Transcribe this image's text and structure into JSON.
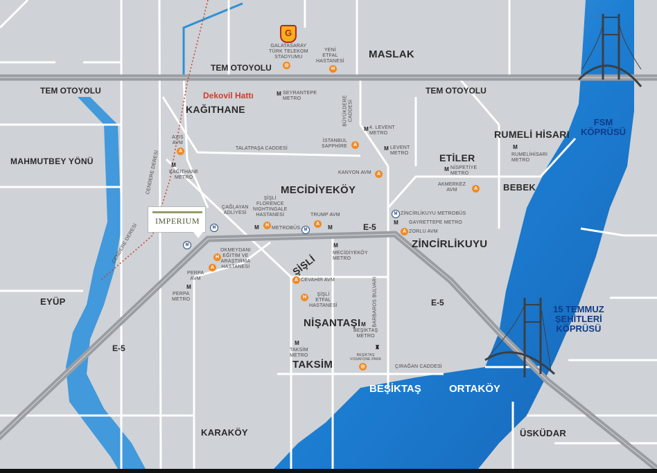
{
  "districts": {
    "maslak": "MASLAK",
    "kagithane": "KAĞITHANE",
    "mahmutbey": "MAHMUTBEY YÖNÜ",
    "rumeli_hisari": "RUMELİ HİSARI",
    "etiler": "ETİLER",
    "bebek": "BEBEK",
    "mecidiyekoy": "MECİDİYEKÖY",
    "zincirlikuyu": "ZİNCİRLİKUYU",
    "eyup": "EYÜP",
    "sisli": "ŞİŞLİ",
    "nisantasi": "NİŞANTAŞI",
    "taksim": "TAKSİM",
    "karakoy": "KARAKÖY",
    "uskudar": "ÜSKÜDAR"
  },
  "water_labels": {
    "besiktas": "BEŞİKTAŞ",
    "ortakoy": "ORTAKÖY"
  },
  "roads": {
    "tem_top": "TEM OTOYOLU",
    "tem_left": "TEM OTOYOLU",
    "tem_right": "TEM OTOYOLU",
    "e5_mid": "E-5",
    "e5_right": "E-5",
    "e5_left": "E-5",
    "dekovil": "Dekovil Hattı"
  },
  "bridges": {
    "fsm": "FSM\nKÖPRÜSÜ",
    "temmuz": "15 TEMMUZ\nŞEHİTLERİ\nKÖPRÜSÜ"
  },
  "pois": {
    "galatasaray": "GALATASARAY\nTÜRK TELEKOM\nSTADYUMU",
    "yeni_etfal": "YENİ\nETFAL\nHASTANESİ",
    "seyrantepe": "SEYRANTEPE\nMETRO",
    "buyukdere": "BÜYÜKDERE\nCADDESİ",
    "levent4": "4. LEVENT\nMETRO",
    "istanbul_sapphire": "İSTANBUL\nSAPPHİRE",
    "levent": "LEVENT\nMETRO",
    "talatpasa": "TALATPAŞA CADDESİ",
    "axis": "AXIS\nAVM",
    "kagithane_metro": "KAĞITHANE\nMETRO",
    "cendere1": "CENDERE DERESİ",
    "cendere2": "CENDERE DERESİ",
    "kanyon": "KANYON AVM",
    "nispetiye": "NİSPETİYE\nMETRO",
    "rumelihisari_metro": "RUMELİHİSARI\nMETRO",
    "akmerkez": "AKMERKEZ\nAVM",
    "caglayan": "ÇAĞLAYAN\nADLİYESİ",
    "sisli_florence": "ŞİŞLİ\nFLORENCE\nNIGHTINGALE\nHASTANESİ",
    "trump": "TRUMP AVM",
    "metrobus": "METROBÜS",
    "zincirlikuyu_metrobus": "ZİNCİRLİKUYU METROBÜS",
    "gayrettepe": "GAYRETTEPE METRO",
    "zorlu": "ZORLU AVM",
    "okmeydani": "OKMEYDANI\nEĞİTİM VE\nARAŞTIRMA\nHASTANESİ",
    "perpa": "PERPA\nAVM",
    "perpa_metro": "PERPA\nMETRO",
    "mecidiyekoy_metro": "MECİDİYEKÖY\nMETRO",
    "cevahir": "CEVAHİR AVM",
    "sisli_etfal": "ŞİŞLİ\nETFAL\nHASTANESİ",
    "barbaros": "BARBAROS BULVARI",
    "besiktas_metro": "BEŞİKTAŞ\nMETRO",
    "taksim_metro": "TAKSİM\nMETRO",
    "besiktas_stadium": "BEŞİKTAŞ\nVODAFONE PARK",
    "ciragan": "ÇIRAĞAN CADDESİ"
  },
  "marker": {
    "name": "IMPERIUM"
  },
  "icons": {
    "hospital": "hospital-pin-icon",
    "mall": "mall-pin-icon",
    "metro": "metro-icon",
    "metrobus": "metrobus-icon",
    "stadium": "stadium-pin-icon"
  },
  "colors": {
    "land": "#cfd2d6",
    "road": "#ffffff",
    "highway": "#9a9ea3",
    "water": "#1e7fd0",
    "river": "#3f9fdf",
    "poi": "#f08a24",
    "accent": "#d03b2a"
  }
}
